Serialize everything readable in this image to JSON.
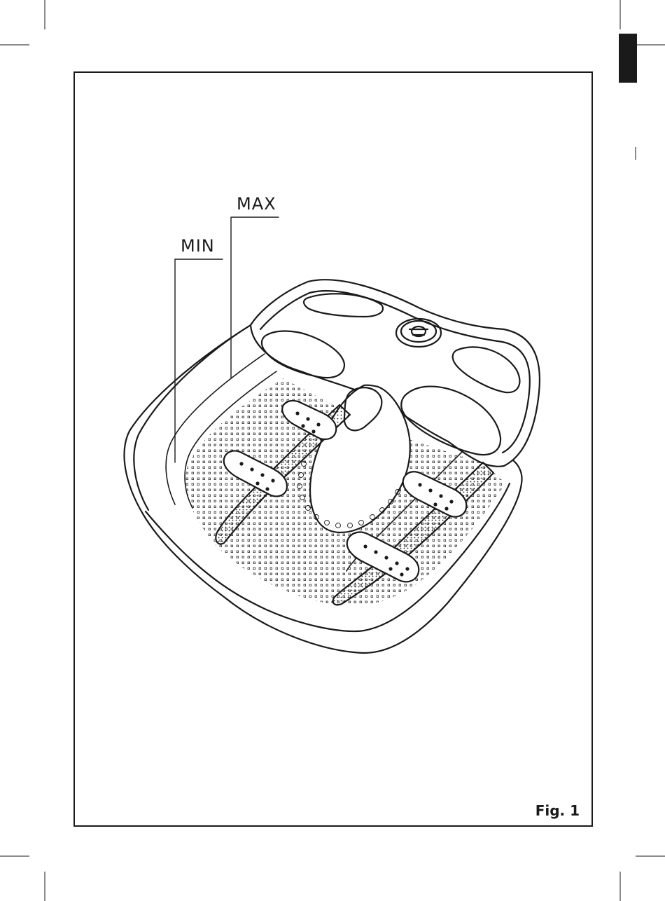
{
  "diagram": {
    "labels": {
      "max": "MAX",
      "min": "MIN"
    },
    "caption": "Fig. 1"
  },
  "colors": {
    "ink": "#1a1a1a",
    "paper": "#ffffff"
  }
}
